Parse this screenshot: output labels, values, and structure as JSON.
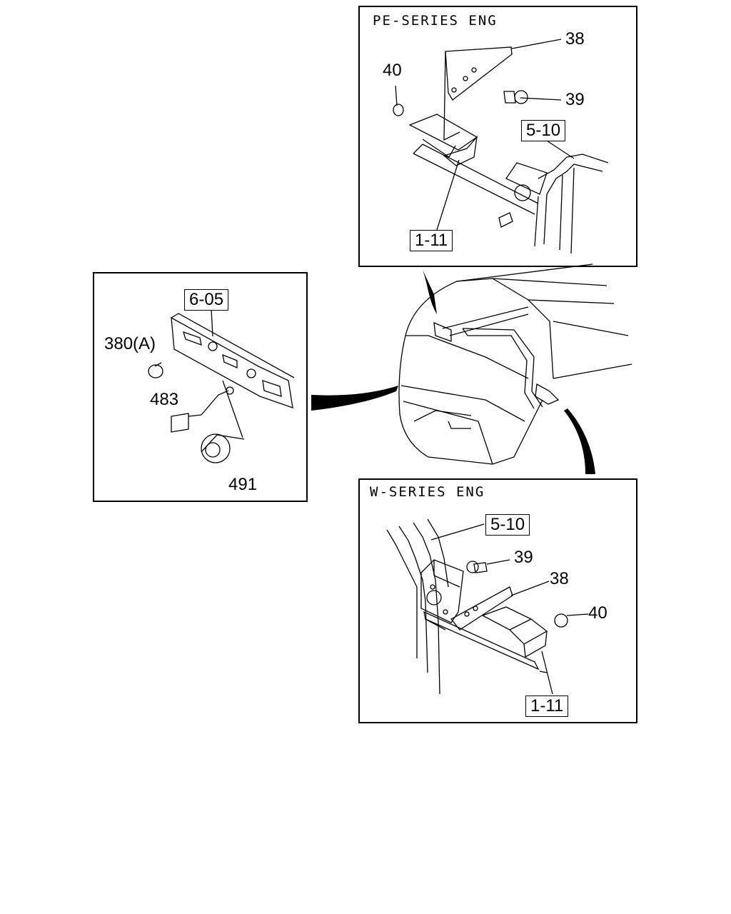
{
  "pe_panel": {
    "title": "PE-SERIES ENG",
    "refs": [
      "5-10",
      "1-11"
    ],
    "labels": [
      "38",
      "40",
      "39"
    ]
  },
  "left_panel": {
    "refs": [
      "6-05"
    ],
    "labels": [
      "380(A)",
      "483",
      "491"
    ]
  },
  "w_panel": {
    "title": "W-SERIES ENG",
    "refs": [
      "5-10",
      "1-11"
    ],
    "labels": [
      "39",
      "38",
      "40"
    ]
  }
}
